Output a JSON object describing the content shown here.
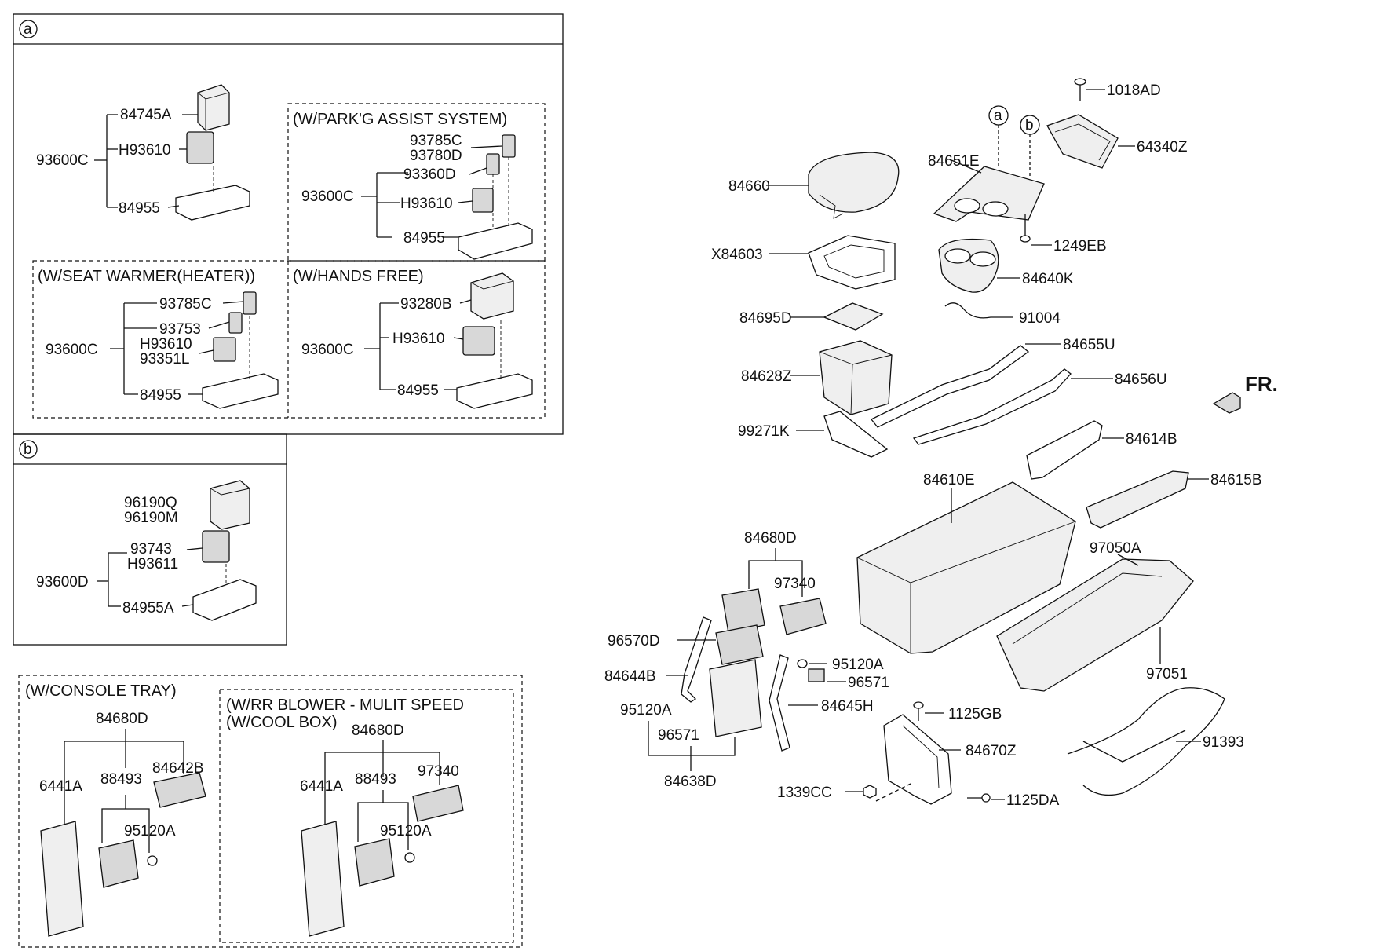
{
  "sections": {
    "a": {
      "marker": "a"
    },
    "b": {
      "marker": "b"
    }
  },
  "groups": {
    "park_assist": "(W/PARK'G ASSIST SYSTEM)",
    "seat_warmer": "(W/SEAT WARMER(HEATER))",
    "hands_free": "(W/HANDS FREE)",
    "console_tray": "(W/CONSOLE TRAY)",
    "rr_blower_1": "(W/RR BLOWER - MULIT SPEED",
    "rr_blower_2": "(W/COOL BOX)"
  },
  "labels": {
    "a1_84745A": "84745A",
    "a1_93600C": "93600C",
    "a1_H93610": "H93610",
    "a1_84955": "84955",
    "a2_93785C": "93785C",
    "a2_93780D": "93780D",
    "a2_93360D": "93360D",
    "a2_93600C": "93600C",
    "a2_H93610": "H93610",
    "a2_84955": "84955",
    "a3_93785C": "93785C",
    "a3_93753": "93753",
    "a3_93600C": "93600C",
    "a3_H93610": "H93610",
    "a3_93351L": "93351L",
    "a3_84955": "84955",
    "a4_93280B": "93280B",
    "a4_93600C": "93600C",
    "a4_H93610": "H93610",
    "a4_84955": "84955",
    "b_96190Q": "96190Q",
    "b_96190M": "96190M",
    "b_93743": "93743",
    "b_93600D": "93600D",
    "b_H93611": "H93611",
    "b_84955A": "84955A",
    "c_84680D": "84680D",
    "c_6441A": "6441A",
    "c_88493": "88493",
    "c_84642B": "84642B",
    "c_95120A": "95120A",
    "d_84680D": "84680D",
    "d_6441A": "6441A",
    "d_88493": "88493",
    "d_97340": "97340",
    "d_95120A": "95120A",
    "m_1018AD": "1018AD",
    "m_64340Z": "64340Z",
    "m_a": "a",
    "m_b": "b",
    "m_84651E": "84651E",
    "m_84660": "84660",
    "m_1249EB": "1249EB",
    "m_X84603": "X84603",
    "m_84640K": "84640K",
    "m_84695D": "84695D",
    "m_91004": "91004",
    "m_84655U": "84655U",
    "m_84628Z": "84628Z",
    "m_84656U": "84656U",
    "m_FR": "FR.",
    "m_99271K": "99271K",
    "m_84614B": "84614B",
    "m_84610E": "84610E",
    "m_84615B": "84615B",
    "m_84680D": "84680D",
    "m_97050A": "97050A",
    "m_97340": "97340",
    "m_96570D": "96570D",
    "m_95120A_r": "95120A",
    "m_96571_r": "96571",
    "m_84644B": "84644B",
    "m_84645H": "84645H",
    "m_97051": "97051",
    "m_95120A_l": "95120A",
    "m_1125GB": "1125GB",
    "m_96571_l": "96571",
    "m_84670Z": "84670Z",
    "m_84638D": "84638D",
    "m_91393": "91393",
    "m_1339CC": "1339CC",
    "m_1125DA": "1125DA"
  },
  "colors": {
    "line": "#111111",
    "background": "#ffffff",
    "part_fill": "#efefef"
  }
}
